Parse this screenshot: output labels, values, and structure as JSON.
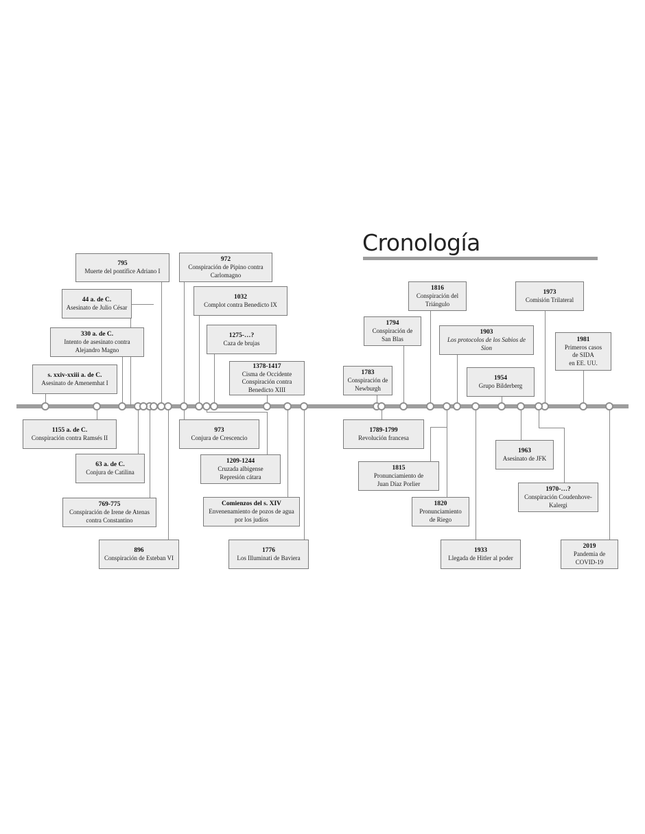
{
  "title": "Cronología",
  "events": [
    {
      "year": "795",
      "desc": "Muerte del pontífice Adriano I"
    },
    {
      "year": "44 a. de C.",
      "desc": "Asesinato de Julio César"
    },
    {
      "year": "330 a. de C.",
      "desc": "Intento de asesinato contra\nAlejandro Magno"
    },
    {
      "year": "s. xxiv-xxiii a. de C.",
      "desc": "Asesinato de Amenemhat I"
    },
    {
      "year": "1155 a. de C.",
      "desc": "Conspiración contra Ramsés II"
    },
    {
      "year": "63 a. de C.",
      "desc": "Conjura de Catilina"
    },
    {
      "year": "769-775",
      "desc": "Conspiración de Irene de Atenas\ncontra Constantino"
    },
    {
      "year": "896",
      "desc": "Conspiración de Esteban VI"
    },
    {
      "year": "972",
      "desc": "Conspiración de Pipino contra\nCarlomagno"
    },
    {
      "year": "1032",
      "desc": "Complot contra Benedicto IX"
    },
    {
      "year": "1275-…?",
      "desc": "Caza de brujas"
    },
    {
      "year": "1378-1417",
      "desc": "Cisma de Occidente\nConspiración contra\nBenedicto XIII"
    },
    {
      "year": "973",
      "desc": "Conjura de Crescencio"
    },
    {
      "year": "1209-1244",
      "desc": "Cruzada albigense\nRepresión cátara"
    },
    {
      "year": "Comienzos del s. XIV",
      "desc": "Envenenamiento de pozos de agua\npor los judíos"
    },
    {
      "year": "1776",
      "desc": "Los Illuminati de Baviera"
    },
    {
      "year": "1783",
      "desc": "Conspiración de\nNewburgh"
    },
    {
      "year": "1794",
      "desc": "Conspiración de\nSan Blas"
    },
    {
      "year": "1816",
      "desc": "Conspiración del\nTriángulo"
    },
    {
      "year": "1903",
      "desc": "Los protocolos de los Sabios de Sion"
    },
    {
      "year": "1954",
      "desc": "Grupo Bilderberg"
    },
    {
      "year": "1973",
      "desc": "Comisión Trilateral"
    },
    {
      "year": "1981",
      "desc": "Primeros casos\nde SIDA\nen EE. UU."
    },
    {
      "year": "1789-1799",
      "desc": "Revolución francesa"
    },
    {
      "year": "1815",
      "desc": "Pronunciamiento de\nJuan Díaz Porlier"
    },
    {
      "year": "1820",
      "desc": "Pronunciamiento\nde Riego"
    },
    {
      "year": "1933",
      "desc": "Llegada de Hitler al poder"
    },
    {
      "year": "1963",
      "desc": "Asesinato de JFK"
    },
    {
      "year": "1970-…?",
      "desc": "Conspiración Coudenhove-\nKalergi"
    },
    {
      "year": "2019",
      "desc": "Pandemia de\nCOVID-19"
    }
  ]
}
